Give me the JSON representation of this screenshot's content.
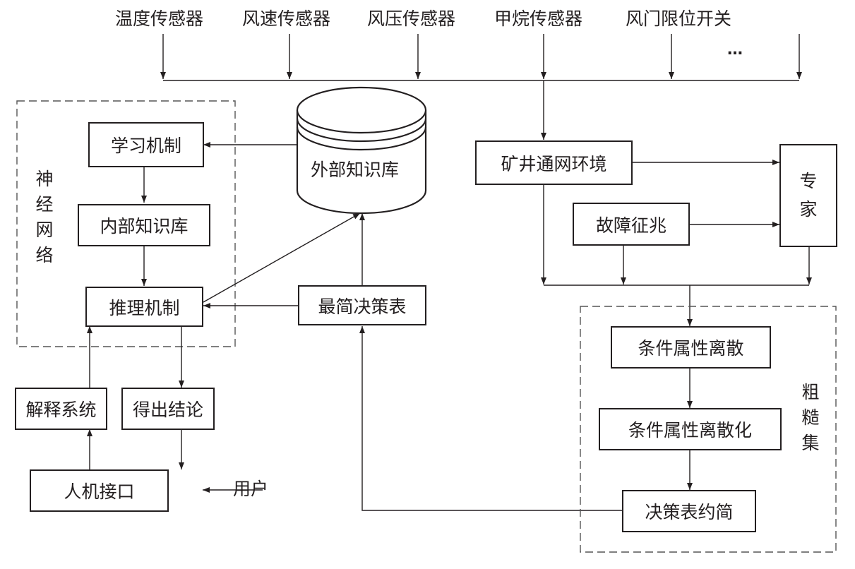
{
  "sensors": [
    {
      "label": "温度传感器"
    },
    {
      "label": "风速传感器"
    },
    {
      "label": "风压传感器"
    },
    {
      "label": "甲烷传感器"
    },
    {
      "label": "风门限位开关"
    },
    {
      "label": "…"
    }
  ],
  "groups": {
    "neural_network": {
      "label": "神\n经\n网\n络"
    },
    "rough_set": {
      "label": "粗\n糙\n集"
    }
  },
  "nodes": {
    "learning": "学习机制",
    "internal_kb": "内部知识库",
    "inference": "推理机制",
    "external_kb": "外部知识库",
    "minimal_table": "最简决策表",
    "explanation": "解释系统",
    "conclusion": "得出结论",
    "hmi": "人机接口",
    "user": "用户",
    "mine_env": "矿井通网环境",
    "expert": "专\n家",
    "fault_signs": "故障征兆",
    "discrete": "条件属性离散",
    "discretize": "条件属性离散化",
    "reduction": "决策表约简"
  },
  "colors": {
    "stroke": "#231f20",
    "dash": "#555555",
    "background": "#ffffff"
  }
}
